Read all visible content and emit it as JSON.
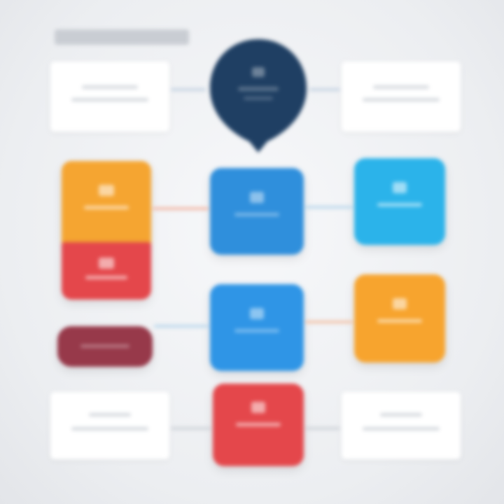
{
  "colors": {
    "background": "#eceef1",
    "navy": "#1f3f63",
    "orange": "#f5a531",
    "red": "#e4474b",
    "blue": "#2f8fdc",
    "sky": "#2bb3ea",
    "maroon": "#97394a",
    "card": "#ffffff",
    "placeholder_text": "#d7dbe0"
  },
  "diagram": {
    "title_text": "",
    "start_node": {
      "shape": "pin",
      "color": "navy",
      "icon": "generic-glyph"
    },
    "nodes": [
      {
        "id": "top-left-card",
        "color": "card"
      },
      {
        "id": "top-right-card",
        "color": "card"
      },
      {
        "id": "left-orange-tile",
        "color": "orange"
      },
      {
        "id": "left-red-tile",
        "color": "red"
      },
      {
        "id": "left-maroon-pill",
        "color": "maroon"
      },
      {
        "id": "bottom-left-card",
        "color": "card"
      },
      {
        "id": "center-blue-tile-1",
        "color": "blue"
      },
      {
        "id": "center-blue-tile-2",
        "color": "blue"
      },
      {
        "id": "center-red-tile",
        "color": "red"
      },
      {
        "id": "right-sky-tile",
        "color": "sky"
      },
      {
        "id": "right-orange-tile",
        "color": "orange"
      },
      {
        "id": "bottom-right-card",
        "color": "card"
      }
    ],
    "edges": [
      {
        "from": "top-left-card",
        "to": "start_node"
      },
      {
        "from": "start_node",
        "to": "top-right-card"
      },
      {
        "from": "left-orange-tile",
        "to": "center-blue-tile-1"
      },
      {
        "from": "center-blue-tile-1",
        "to": "right-sky-tile"
      },
      {
        "from": "left-maroon-pill",
        "to": "center-blue-tile-2"
      },
      {
        "from": "center-blue-tile-2",
        "to": "right-orange-tile"
      },
      {
        "from": "bottom-left-card",
        "to": "center-red-tile"
      },
      {
        "from": "center-red-tile",
        "to": "bottom-right-card"
      }
    ]
  }
}
